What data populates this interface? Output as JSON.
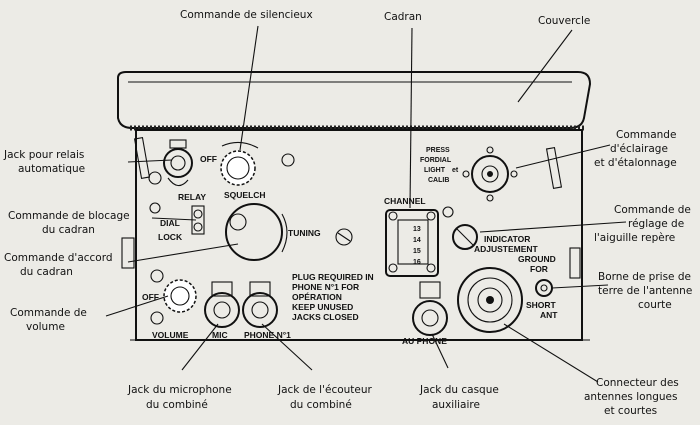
{
  "callouts": {
    "commande_silencieux": "Commande de silencieux",
    "cadran": "Cadran",
    "couvercle": "Couvercle",
    "jack_relais_1": "Jack pour relais",
    "jack_relais_2": "automatique",
    "eclairage_1": "Commande",
    "eclairage_2": "d'éclairage",
    "eclairage_3": "et d'étalonnage",
    "blocage_1": "Commande de blocage",
    "blocage_2": "du cadran",
    "reglage_1": "Commande de",
    "reglage_2": "réglage de",
    "reglage_3": "l'aiguille repère",
    "accord_1": "Commande d'accord",
    "accord_2": "du cadran",
    "borne_1": "Borne de prise de",
    "borne_2": "terre de l'antenne",
    "borne_3": "courte",
    "volume_1": "Commande de",
    "volume_2": "volume",
    "micro_1": "Jack du microphone",
    "micro_2": "du combiné",
    "ecouteur_1": "Jack de l'écouteur",
    "ecouteur_2": "du combiné",
    "casque_1": "Jack du casque",
    "casque_2": "auxiliaire",
    "connecteur_1": "Connecteur des",
    "connecteur_2": "antennes longues",
    "connecteur_3": "et courtes"
  },
  "panel_labels": {
    "off_top": "OFF",
    "relay": "RELAY",
    "squelch": "SQUELCH",
    "dial": "DIAL",
    "lock": "LOCK",
    "tuning": "TUNING",
    "channel": "CHANNEL",
    "ch_13": "13",
    "ch_14": "14",
    "ch_15": "15",
    "ch_16": "16",
    "press": "PRESS",
    "fordial": "FORDIAL",
    "light": "LIGHT",
    "et": "et",
    "calib": "CALIB",
    "indicator": "INDICATOR",
    "adjustement": "ADJUSTEMENT",
    "ground": "GROUND",
    "for": "FOR",
    "short": "SHORT",
    "ant": "ANT",
    "off_vol": "OFF",
    "volume": "VOLUME",
    "mic": "MIC",
    "phone_n1": "PHONE N°1",
    "au_phone": "AU PHONE",
    "plug_1": "PLUG REQUIRED IN",
    "plug_2": "PHONE N°1 FOR",
    "plug_3": "OPÉRATION",
    "plug_4": "KEEP UNUSED",
    "plug_5": "JACKS CLOSED"
  }
}
